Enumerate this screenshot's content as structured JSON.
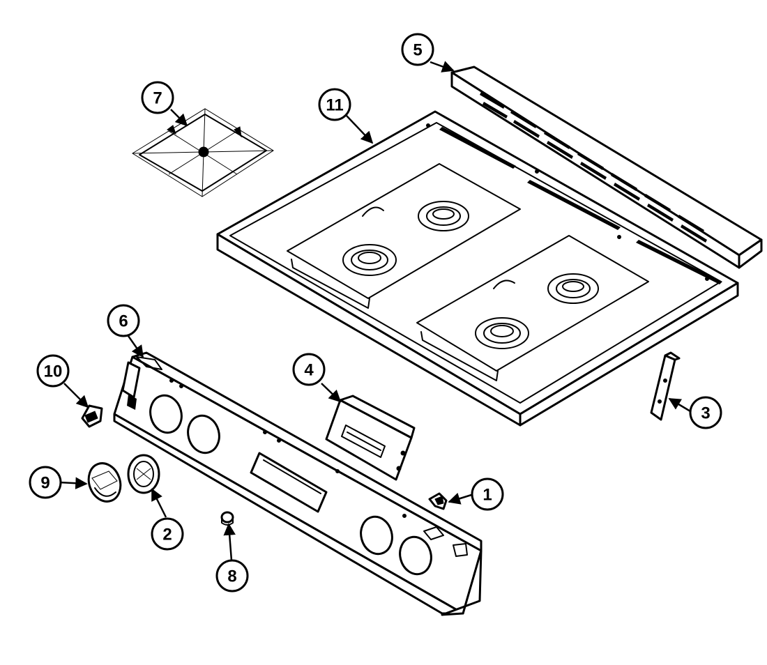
{
  "diagram": {
    "type": "exploded-parts-view",
    "line_color": "#000000",
    "background": "#ffffff",
    "callouts": [
      {
        "id": "c1",
        "label": "1"
      },
      {
        "id": "c2",
        "label": "2"
      },
      {
        "id": "c3",
        "label": "3"
      },
      {
        "id": "c4",
        "label": "4"
      },
      {
        "id": "c5",
        "label": "5"
      },
      {
        "id": "c6",
        "label": "6"
      },
      {
        "id": "c7",
        "label": "7"
      },
      {
        "id": "c8",
        "label": "8"
      },
      {
        "id": "c9",
        "label": "9"
      },
      {
        "id": "c10",
        "label": "10"
      },
      {
        "id": "c11",
        "label": "11"
      }
    ]
  }
}
